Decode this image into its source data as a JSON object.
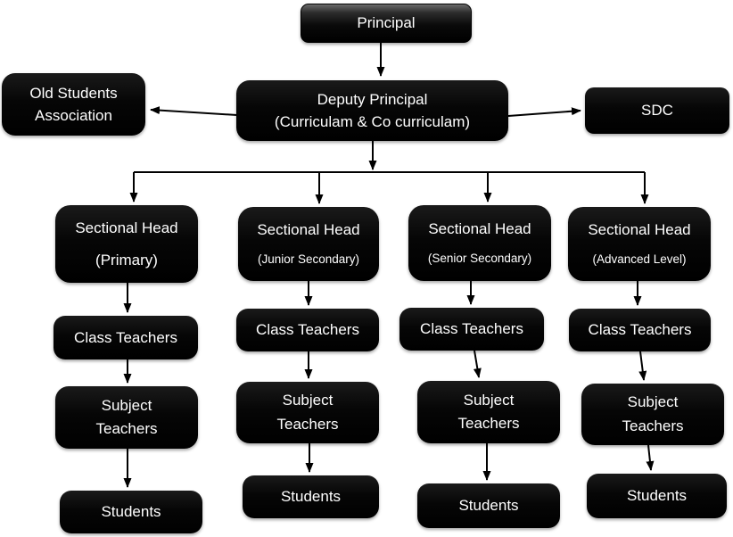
{
  "colors": {
    "node_background": "#000000",
    "node_text": "#ffffff",
    "connector": "#000000",
    "page_background": "#ffffff"
  },
  "nodes": {
    "principal": {
      "label": "Principal"
    },
    "deputy_principal": {
      "line1": "Deputy Principal",
      "line2": "(Curriculam & Co curriculam)"
    },
    "old_students_association": {
      "line1": "Old Students",
      "line2": "Association"
    },
    "sdc": {
      "label": "SDC"
    }
  },
  "columns": [
    {
      "head_title": "Sectional Head",
      "head_subtitle": "(Primary)",
      "class_teachers": "Class Teachers",
      "subject_teachers": "Subject\nTeachers",
      "students": "Students"
    },
    {
      "head_title": "Sectional Head",
      "head_subtitle": "(Junior Secondary)",
      "class_teachers": "Class Teachers",
      "subject_teachers": "Subject\nTeachers",
      "students": "Students"
    },
    {
      "head_title": "Sectional Head",
      "head_subtitle": "(Senior Secondary)",
      "class_teachers": "Class Teachers",
      "subject_teachers": "Subject\nTeachers",
      "students": "Students"
    },
    {
      "head_title": "Sectional Head",
      "head_subtitle": "(Advanced Level)",
      "class_teachers": "Class Teachers",
      "subject_teachers": "Subject\nTeachers",
      "students": "Students"
    }
  ]
}
